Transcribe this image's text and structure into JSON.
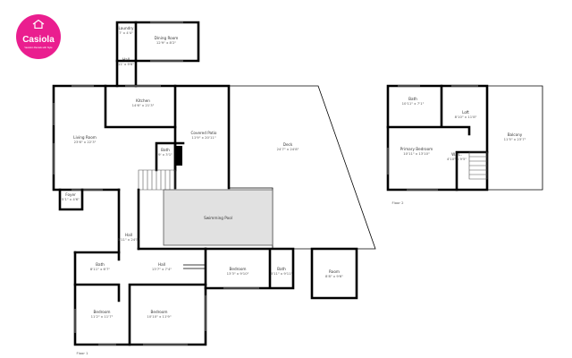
{
  "logo": {
    "name": "Casiola",
    "tagline": "Vacation Rentals with Style",
    "brand_color": "#ea1e8f",
    "icon": "house-icon"
  },
  "floors": [
    {
      "label": "Floor 1"
    },
    {
      "label": "Floor 2"
    }
  ],
  "rooms": {
    "laundry": {
      "name": "Laundry",
      "dims": "7' x 4'4\""
    },
    "dining": {
      "name": "Dining Room",
      "dims": "12'9\" x 8'2\""
    },
    "hall_top": {
      "name": "Hall",
      "dims": "11' x 9'6\""
    },
    "kitchen": {
      "name": "Kitchen",
      "dims": "14'6\" x 21'3\""
    },
    "living": {
      "name": "Living Room",
      "dims": "23'6\" x 22'3\""
    },
    "covered_patio": {
      "name": "Covered Patio",
      "dims": "11'9\" x 20'11\""
    },
    "deck": {
      "name": "Deck",
      "dims": "24'7\" x 24'8\""
    },
    "bath_center": {
      "name": "Bath",
      "dims": "9' x 3'1\""
    },
    "foyer": {
      "name": "Foyer",
      "dims": "5'1\" x 4'6\""
    },
    "pool": {
      "name": "Swimming Pool",
      "dims": ""
    },
    "hall_mid": {
      "name": "Hall",
      "dims": "3'11\" x 24'5\""
    },
    "bath_sw": {
      "name": "Bath",
      "dims": "8'11\" x 6'7\""
    },
    "hall_south": {
      "name": "Hall",
      "dims": "13'7\" x 7'4\""
    },
    "bedroom_1": {
      "name": "Bedroom",
      "dims": "13'3\" x 9'10\""
    },
    "bath_e": {
      "name": "Bath",
      "dims": "8'11\" x 9'11\""
    },
    "room": {
      "name": "Room",
      "dims": "8'8\" x 9'6\""
    },
    "bedroom_2": {
      "name": "Bedroom",
      "dims": "11'2\" x 11'7\""
    },
    "bedroom_3": {
      "name": "Bedroom",
      "dims": "10'10\" x 11'9\""
    },
    "bath_up": {
      "name": "Bath",
      "dims": "10'11\" x 7'1\""
    },
    "loft": {
      "name": "Loft",
      "dims": "8'10\" x 11'8\""
    },
    "primary_bedroom": {
      "name": "Primary Bedroom",
      "dims": "10'11\" x 13'10\""
    },
    "wic": {
      "name": "W.I.C.",
      "dims": "4'10\" x 9'5\""
    },
    "balcony": {
      "name": "Balcony",
      "dims": "11'5\" x 23'7\""
    }
  }
}
